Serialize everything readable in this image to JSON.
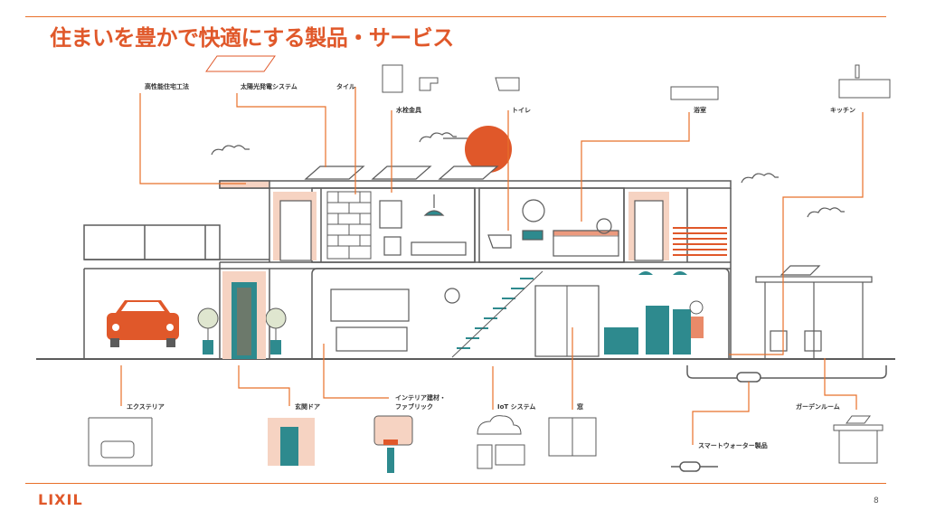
{
  "title": "住まいを豊かで快適にする製品・サービス",
  "logo": "LIXIL",
  "page_number": "8",
  "colors": {
    "accent": "#e0582a",
    "line": "#e8702a",
    "dark": "#5b5b5b",
    "teal": "#2e8a8e",
    "peach": "#f6d3c2"
  },
  "labels": {
    "performance_house": "高性能住宅工法",
    "solar": "太陽光発電システム",
    "tile": "タイル",
    "faucet": "水栓金具",
    "toilet": "トイレ",
    "bath": "浴室",
    "kitchen": "キッチン",
    "exterior": "エクステリア",
    "entrance_door": "玄関ドア",
    "interior_1": "インテリア建材・",
    "interior_2": "ファブリック",
    "iot": "IoT システム",
    "window": "窓",
    "garden_room": "ガーデンルーム",
    "smart_water": "スマートウォーター製品"
  }
}
